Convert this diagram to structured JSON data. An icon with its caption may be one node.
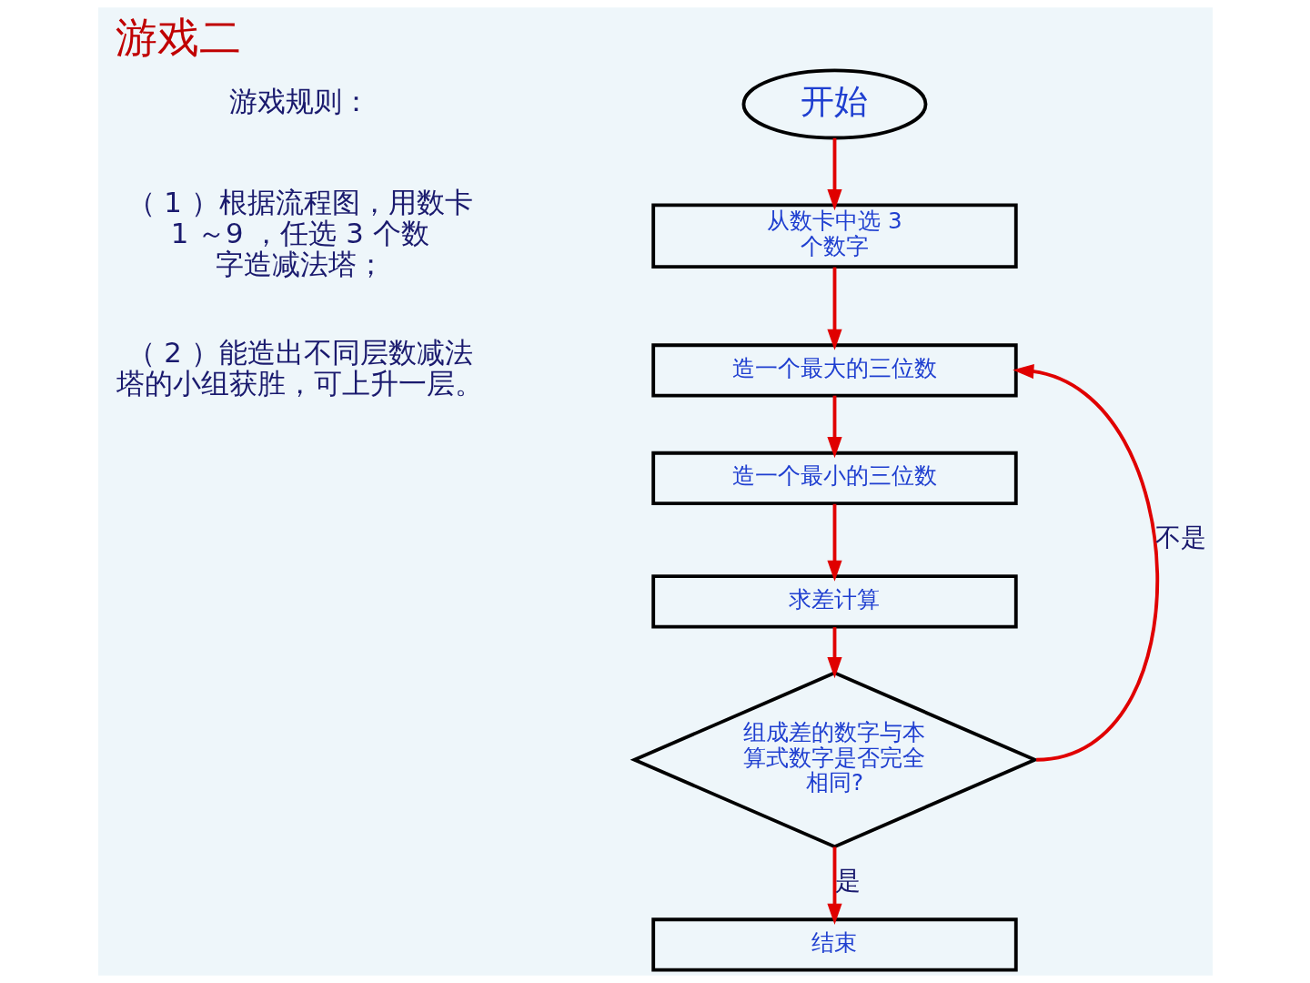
{
  "diagram": {
    "title": "游戏二",
    "nodes": [
      {
        "text": [
          "开始"
        ]
      },
      {
        "text": [
          "从数卡中选 3 个数字"
        ]
      },
      {
        "text": [
          "造一个最大的三位数"
        ]
      },
      {
        "text": [
          "造一个最小的三位数"
        ]
      },
      {
        "text": [
          "求差计算"
        ]
      },
      {
        "text": [
          "组成差的数字与本算式数字是否完全相同?"
        ]
      },
      {
        "text": [
          "结束"
        ]
      }
    ],
    "edges": [
      {
        "from": 0,
        "to": 1,
        "arrow": "to"
      },
      {
        "from": 1,
        "to": 2,
        "arrow": "to"
      },
      {
        "from": 2,
        "to": 3,
        "arrow": "to"
      },
      {
        "from": 3,
        "to": 4,
        "arrow": "to"
      },
      {
        "from": 4,
        "to": 5,
        "arrow": "to"
      },
      {
        "from": 5,
        "to": 2,
        "arrow": "to",
        "label": "不是"
      },
      {
        "from": 5,
        "to": 6,
        "arrow": "to",
        "label": "是"
      }
    ],
    "labels": [
      "游戏规则：",
      "（ 1 ）根据流程图，用数卡 1 ～9 ，任选 3 个数字造减法塔；",
      "（ 2 ）能造出不同层数减法塔的小组获胜，可上升一层。"
    ]
  }
}
